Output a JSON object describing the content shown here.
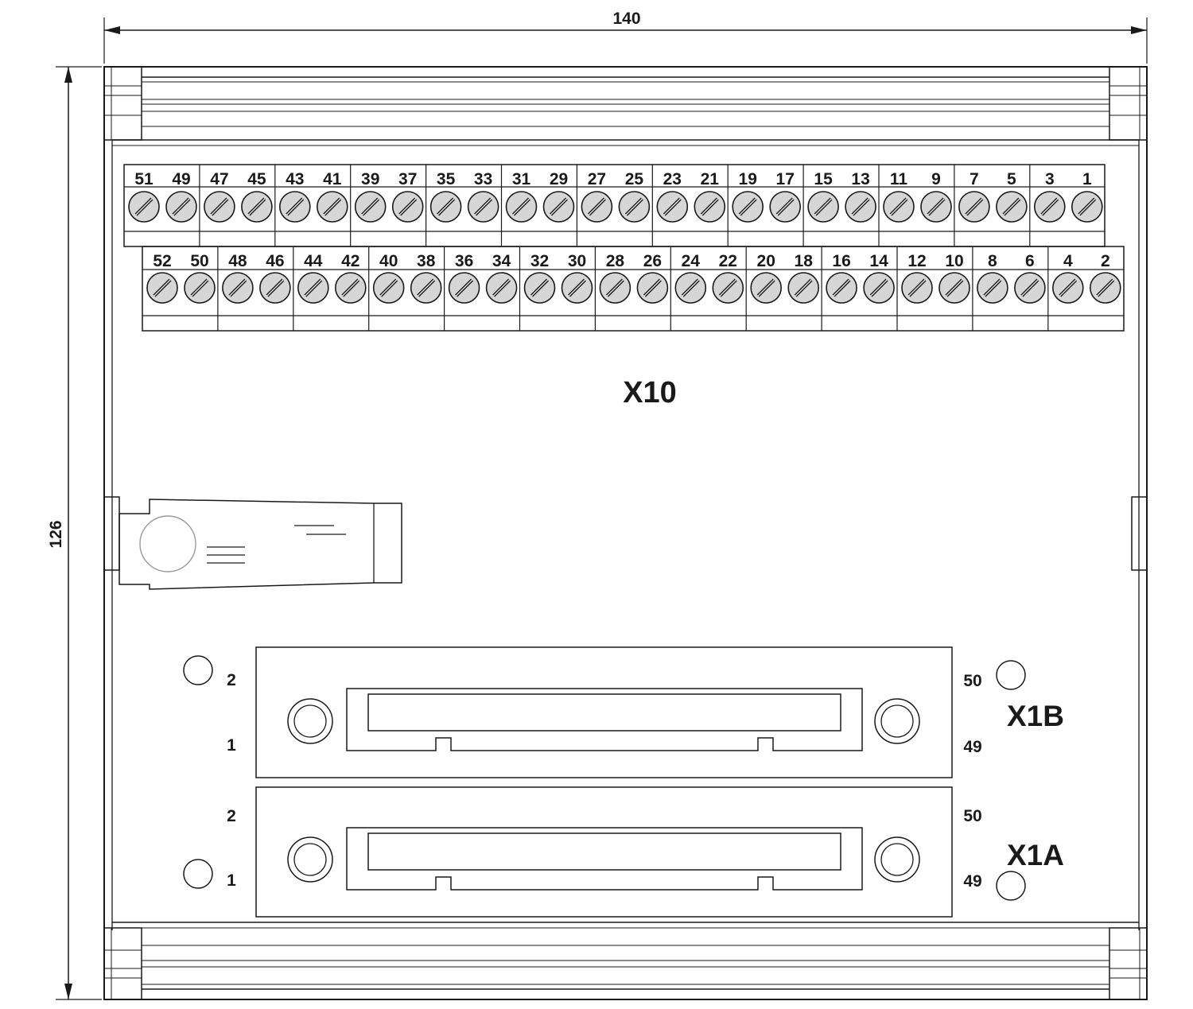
{
  "dimensions": {
    "width_label": "140",
    "height_label": "126"
  },
  "terminal_block": {
    "label": "X10",
    "top_row": [
      "51",
      "49",
      "47",
      "45",
      "43",
      "41",
      "39",
      "37",
      "35",
      "33",
      "31",
      "29",
      "27",
      "25",
      "23",
      "21",
      "19",
      "17",
      "15",
      "13",
      "11",
      "9",
      "7",
      "5",
      "3",
      "1"
    ],
    "bottom_row": [
      "52",
      "50",
      "48",
      "46",
      "44",
      "42",
      "40",
      "38",
      "36",
      "34",
      "32",
      "30",
      "28",
      "26",
      "24",
      "22",
      "20",
      "18",
      "16",
      "14",
      "12",
      "10",
      "8",
      "6",
      "4",
      "2"
    ]
  },
  "connectors": [
    {
      "label": "X1B",
      "pin_top_left": "2",
      "pin_bottom_left": "1",
      "pin_top_right": "50",
      "pin_bottom_right": "49"
    },
    {
      "label": "X1A",
      "pin_top_left": "2",
      "pin_bottom_left": "1",
      "pin_top_right": "50",
      "pin_bottom_right": "49"
    }
  ]
}
